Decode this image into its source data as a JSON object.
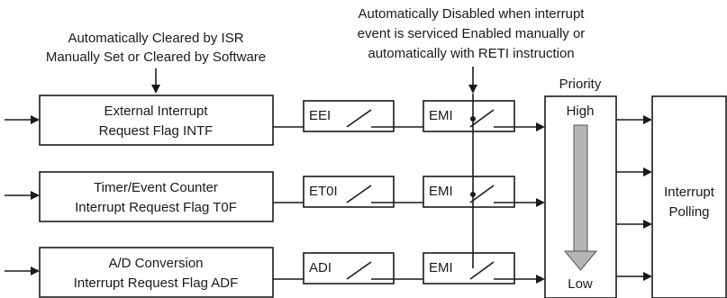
{
  "notes": {
    "isr_line1": "Automatically Cleared by ISR",
    "isr_line2": "Manually Set or Cleared by Software",
    "emi_line1": "Automatically Disabled when interrupt",
    "emi_line2": "event is serviced Enabled manually or",
    "emi_line3": "automatically with RETI instruction"
  },
  "sources": [
    {
      "line1": "External Interrupt",
      "line2": "Request Flag INTF",
      "enable": "EEI",
      "master": "EMI"
    },
    {
      "line1": "Timer/Event Counter",
      "line2": "Interrupt Request Flag T0F",
      "enable": "ET0I",
      "master": "EMI"
    },
    {
      "line1": "A/D Conversion",
      "line2": "Interrupt Request Flag ADF",
      "enable": "ADI",
      "master": "EMI"
    }
  ],
  "priority": {
    "title": "Priority",
    "high": "High",
    "low": "Low"
  },
  "polling": {
    "line1": "Interrupt",
    "line2": "Polling"
  },
  "colors": {
    "line": "#1a1a1a",
    "priority_arrow_fill": "#b5b5b5"
  }
}
